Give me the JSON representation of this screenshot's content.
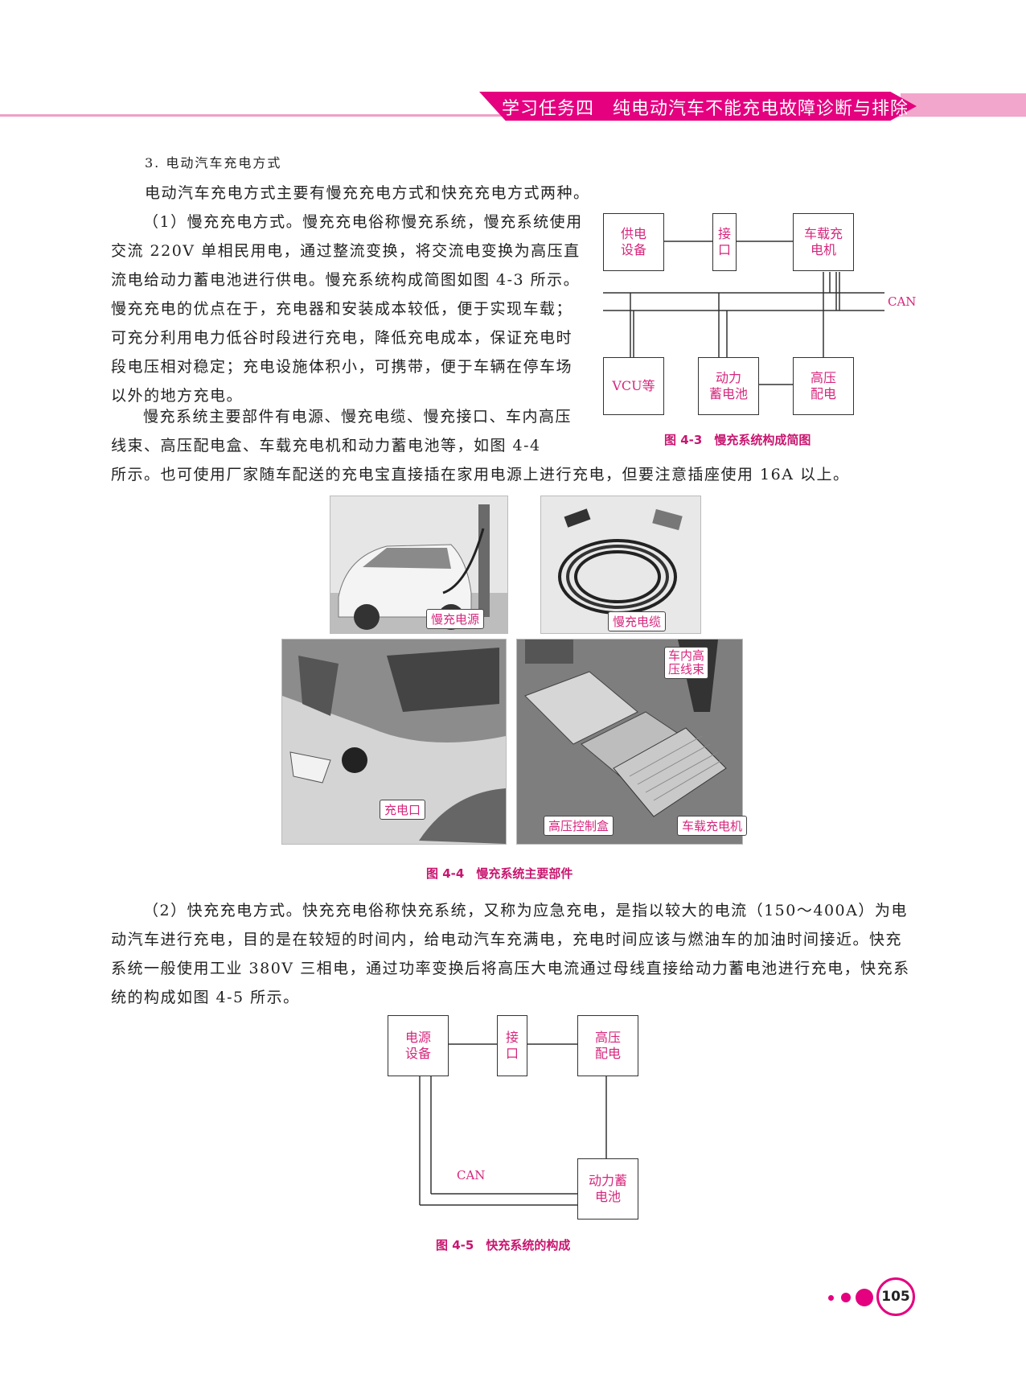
{
  "header": {
    "title": "学习任务四　纯电动汽车不能充电故障诊断与排除"
  },
  "section_title": "3. 电动汽车充电方式",
  "paragraphs": {
    "intro": "电动汽车充电方式主要有慢充充电方式和快充充电方式两种。",
    "slow": "（1）慢充充电方式。慢充充电俗称慢充系统，慢充系统使用交流 220V 单相民用电，通过整流变换，将交流电变换为高压直流电给动力蓄电池进行供电。慢充系统构成简图如图 4-3 所示。慢充充电的优点在于，充电器和安装成本较低，便于实现车载；可充分利用电力低谷时段进行充电，降低充电成本，保证充电时段电压相对稳定；充电设施体积小，可携带，便于车辆在停车场以外的地方充电。",
    "slow_parts_a": "慢充系统主要部件有电源、慢充电缆、慢充接口、车内高压线束、高压配电盒、车载充电机和动力蓄电池等，如图 4-4",
    "slow_parts_b": "所示。也可使用厂家随车配送的充电宝直接插在家用电源上进行充电，但要注意插座使用 16A 以上。",
    "fast": "（2）快充充电方式。快充充电俗称快充系统，又称为应急充电，是指以较大的电流（150～400A）为电动汽车进行充电，目的是在较短的时间内，给电动汽车充满电，充电时间应该与燃油车的加油时间接近。快充系统一般使用工业 380V 三相电，通过功率变换后将高压大电流通过母线直接给动力蓄电池进行充电，快充系统的构成如图 4-5 所示。"
  },
  "fig43": {
    "caption": "图 4-3　慢充系统构成简图",
    "power_a": "供电",
    "power_b": "设备",
    "iface_a": "接",
    "iface_b": "口",
    "charger_a": "车载充",
    "charger_b": "电机",
    "can": "CAN",
    "vcu": "VCU等",
    "battery_a": "动力",
    "battery_b": "蓄电池",
    "hv_a": "高压",
    "hv_b": "配电"
  },
  "fig44": {
    "caption": "图 4-4　慢充系统主要部件",
    "label_power": "慢充电源",
    "label_cable": "慢充电缆",
    "label_port": "充电口",
    "label_harness_a": "车内高",
    "label_harness_b": "压线束",
    "label_hvbox": "高压控制盒",
    "label_charger": "车载充电机"
  },
  "fig45": {
    "caption": "图 4-5　快充系统的构成",
    "power_a": "电源",
    "power_b": "设备",
    "iface_a": "接",
    "iface_b": "口",
    "hv_a": "高压",
    "hv_b": "配电",
    "can": "CAN",
    "battery_a": "动力蓄",
    "battery_b": "电池"
  },
  "page_number": "105",
  "colors": {
    "accent": "#e4007f",
    "label": "#d6267c",
    "banner_light": "#f3a6cc"
  }
}
